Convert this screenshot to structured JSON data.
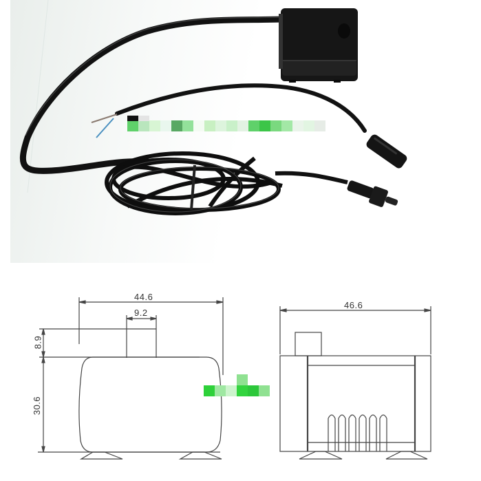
{
  "photo": {
    "subject": "submersible pump with power cable and connectors",
    "items": [
      {
        "name": "pump-body",
        "color": "#151515"
      },
      {
        "name": "pump-cable",
        "color": "#111111"
      },
      {
        "name": "coiled-power-cord",
        "color": "#0e0e0e"
      },
      {
        "name": "female-dc-connector",
        "color": "#141414"
      },
      {
        "name": "male-dc-connector",
        "color": "#151515"
      },
      {
        "name": "bare-wire-ends",
        "colors": [
          "#8a7a70",
          "#4a90c0"
        ]
      }
    ],
    "watermark_mosaic_colors": [
      "#5fd16a",
      "#b9e6bd",
      "#d8f5d4",
      "#e9f7ee",
      "#58a863",
      "#93e19a",
      "#f4fbf3",
      "#c8f0c2",
      "#ddf4dd",
      "#c9f0c9",
      "#e3f2e3",
      "#5fd16a",
      "#3cc548",
      "#7ad97f",
      "#a3e8a6",
      "#eaf4ea",
      "#e2f5e2",
      "#e6ece6"
    ]
  },
  "drawing": {
    "front_view": {
      "width_label": "44.6",
      "outlet_width_label": "9.2",
      "outlet_height_label": "8.9",
      "body_height_label": "30.6"
    },
    "side_view": {
      "width_label": "46.6",
      "intake_slots": 6
    },
    "line_color": "#444444",
    "watermark_mosaic_colors": [
      "#2ed13a",
      "#9fe8a2",
      "#cdf4cd",
      "#32d43e",
      "#2cc73a",
      "#8fe191"
    ]
  }
}
